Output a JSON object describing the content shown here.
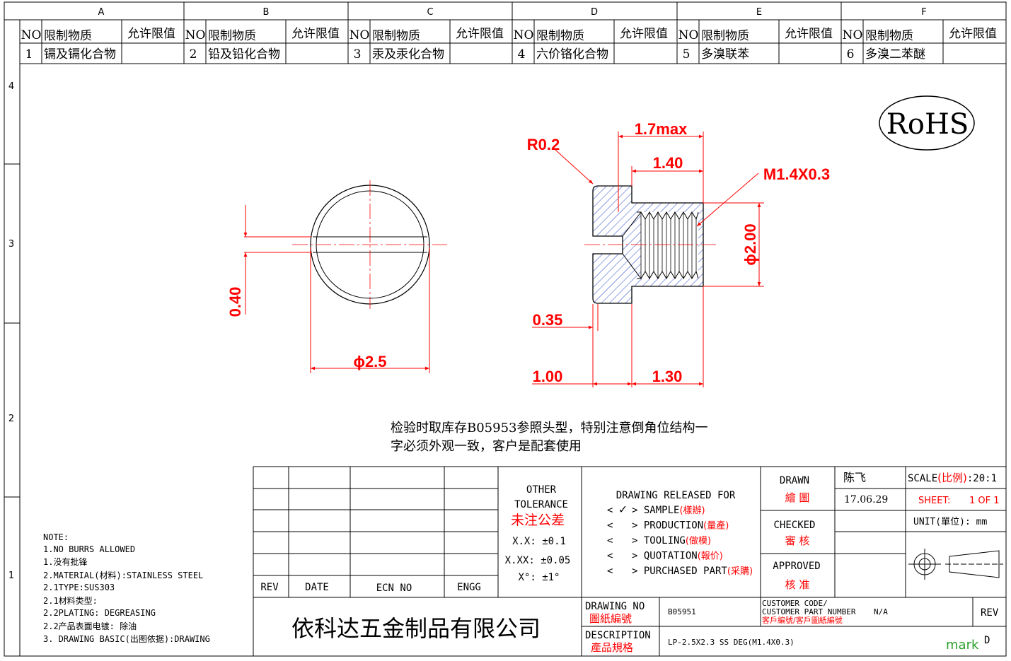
{
  "zones": {
    "columns": [
      "A",
      "B",
      "C",
      "D",
      "E",
      "F"
    ],
    "rows": [
      "4",
      "3",
      "2",
      "1"
    ],
    "corner": "D"
  },
  "restricted_substances": {
    "headers": {
      "no": "NO",
      "substance": "限制物质",
      "limit": "允许限值"
    },
    "items": [
      {
        "no": "1",
        "name": "镉及镉化合物"
      },
      {
        "no": "2",
        "name": "铅及铅化合物"
      },
      {
        "no": "3",
        "name": "汞及汞化合物"
      },
      {
        "no": "4",
        "name": "六价铬化合物"
      },
      {
        "no": "5",
        "name": "多溴联苯"
      },
      {
        "no": "6",
        "name": "多溴二苯醚"
      }
    ]
  },
  "rohs_label": "RoHS",
  "dimensions": {
    "r02": "R0.2",
    "len_max": "1.7max",
    "thread_len": "1.40",
    "thread_spec": "M1.4X0.3",
    "dia2": "ϕ2.00",
    "slot_w": "0.40",
    "head_dia": "ϕ2.5",
    "d035": "0.35",
    "d100": "1.00",
    "d130": "1.30"
  },
  "inspection_note": {
    "line1": "检验时取库存B05953参照头型，特别注意倒角位结构一",
    "line2": "字必须外观一致，客户是配套使用"
  },
  "notes": [
    "NOTE:",
    "1.NO BURRS ALLOWED",
    "1.没有批锋",
    "2.MATERIAL(材料):STAINLESS STEEL",
    "2.1TYPE:SUS303",
    "2.1材料类型:",
    "2.2PLATING: DEGREASING",
    "2.2产品表面电镀: 除油",
    "3. DRAWING BASIC(出图依据):DRAWING"
  ],
  "title_block": {
    "rev_headers": {
      "rev": "REV",
      "date": "DATE",
      "ecn": "ECN NO",
      "engg": "ENGG"
    },
    "tolerance": {
      "title1": "OTHER",
      "title2": "TOLERANCE",
      "title_cn": "未注公差",
      "xx": "X.X: ±0.1",
      "xxx": "X.XX: ±0.05",
      "ang": "X°: ±1°"
    },
    "release": {
      "title": "DRAWING RELEASED FOR",
      "items": [
        {
          "mark": "<",
          "check": "✓",
          "label": "SAMPLE",
          "cn": "(樣辦)"
        },
        {
          "mark": "<",
          "check": "",
          "label": "PRODUCTION",
          "cn": "(量產)"
        },
        {
          "mark": "<",
          "check": "",
          "label": "TOOLING",
          "cn": "(做模)"
        },
        {
          "mark": "<",
          "check": "",
          "label": "QUOTATION",
          "cn": "(報价)"
        },
        {
          "mark": "<",
          "check": "",
          "label": "PURCHASED PART",
          "cn": "(采購)"
        }
      ]
    },
    "drawn_label": "DRAWN",
    "drawn_cn": "繪 圖",
    "drawn_by": "陈飞",
    "drawn_date": "17.06.29",
    "checked_label": "CHECKED",
    "checked_cn": "審 核",
    "approved_label": "APPROVED",
    "approved_cn": "核 准",
    "scale_label": "SCALE",
    "scale_cn": "(比例)",
    "scale_value": ":20:1",
    "sheet_label": "SHEET:",
    "sheet_value": "1 OF 1",
    "unit_label": "UNIT(單位): mm",
    "company": "依科达五金制品有限公司",
    "drawing_no_label": "DRAWING NO",
    "drawing_no_cn": "圖紙編號",
    "drawing_no": "B05951",
    "customer_code_label1": "CUSTOMER CODE/",
    "customer_code_label2": "CUSTOMER PART NUMBER",
    "customer_code_cn": "客戶編號/客戶圖紙編號",
    "customer_code": "N/A",
    "rev_label": "REV",
    "description_label": "DESCRIPTION",
    "description_cn": "產品規格",
    "description": "LP-2.5X2.3 SS DEG(M1.4X0.3)",
    "watermark": "mark"
  },
  "colors": {
    "dimension": "#ff0000",
    "hatch": "#1f3fd0",
    "line": "#000000"
  }
}
